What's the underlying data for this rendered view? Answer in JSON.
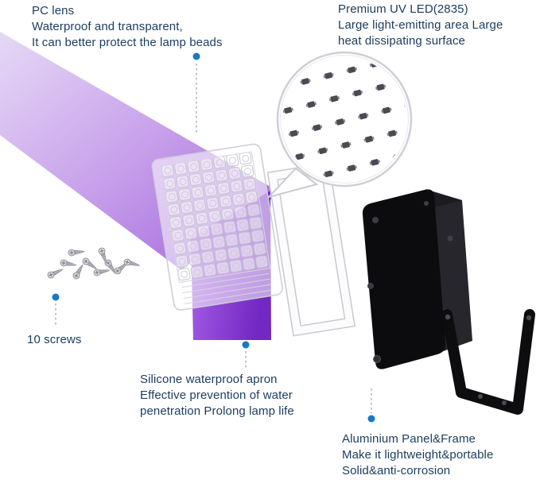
{
  "annotations": {
    "pc_lens": "PC lens\nWaterproof and transparent,\nIt can better protect the lamp beads",
    "uv_led": "Premium UV LED(2835)\nLarge light-emitting area Large\nheat dissipating surface",
    "screws": "10 screws",
    "silicone_apron": "Silicone waterproof apron\nEffective prevention of water\npenetration Prolong lamp life",
    "aluminium_frame": "Aluminium Panel&Frame\nMake it lightweight&portable\nSolid&anti-corrosion"
  },
  "colors": {
    "annotation_text": "#1b3c5f",
    "callout_dot": "#1a78c4",
    "callout_line": "#9fa5aa",
    "beam_start": "#e4d7f5",
    "beam_mid": "#c49ae9",
    "beam_end": "#9858d9",
    "beam_dark_start": "#a55ae8",
    "beam_dark_end": "#6a1dbf",
    "housing_black": "#0c0c0e"
  }
}
